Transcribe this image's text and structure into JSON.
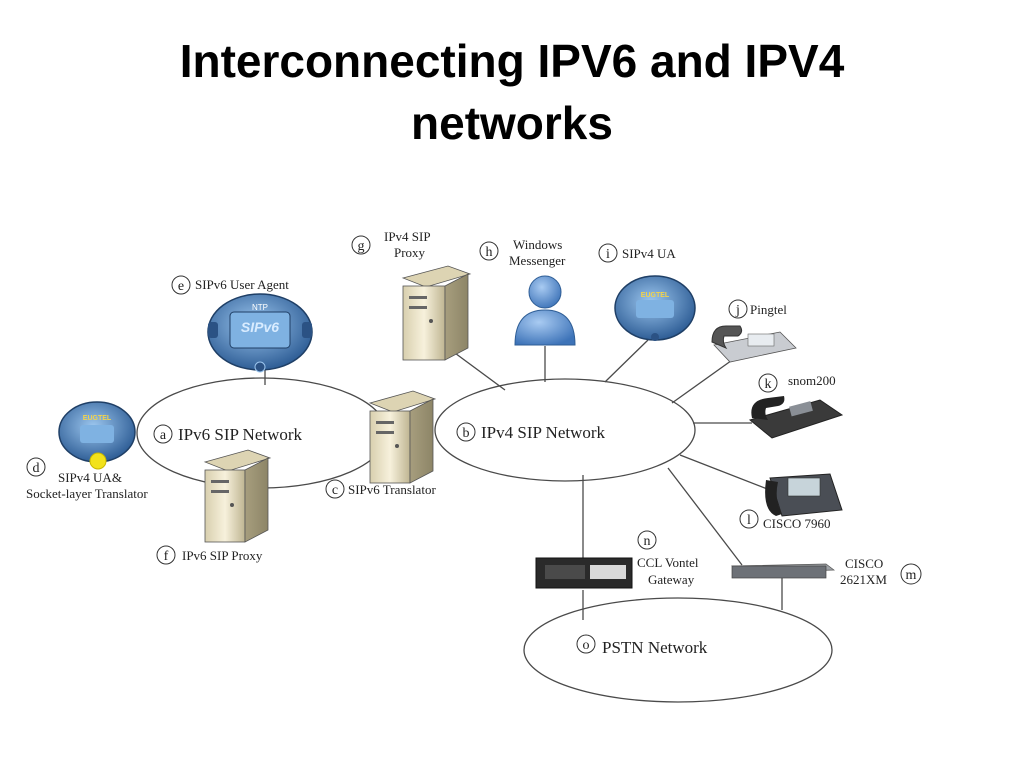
{
  "slide": {
    "title_line1": "Interconnecting IPV6 and IPV4",
    "title_line2": "networks"
  },
  "diagram": {
    "networks": {
      "ipv6": {
        "letter": "a",
        "label": "IPv6 SIP Network"
      },
      "ipv4": {
        "letter": "b",
        "label": "IPv4 SIP Network"
      },
      "pstn": {
        "letter": "o",
        "label": "PSTN Network"
      }
    },
    "nodes": {
      "translator": {
        "letter": "c",
        "label": "SIPv6 Translator"
      },
      "sipv4_ua_socket": {
        "letter": "d",
        "label_line1": "SIPv4 UA&",
        "label_line2": "Socket-layer Translator",
        "device_text": "EUGTEL"
      },
      "sipv6_user_agent": {
        "letter": "e",
        "label": "SIPv6 User Agent",
        "device_text": "SIPv6",
        "device_subtext": "NTP"
      },
      "ipv6_sip_proxy": {
        "letter": "f",
        "label": "IPv6 SIP Proxy"
      },
      "ipv4_sip_proxy": {
        "letter": "g",
        "label_line1": "IPv4 SIP",
        "label_line2": "Proxy"
      },
      "windows_messenger": {
        "letter": "h",
        "label_line1": "Windows",
        "label_line2": "Messenger"
      },
      "sipv4_ua": {
        "letter": "i",
        "label": "SIPv4 UA",
        "device_text": "EUGTEL"
      },
      "pingtel": {
        "letter": "j",
        "label": "Pingtel"
      },
      "snom200": {
        "letter": "k",
        "label": "snom200"
      },
      "cisco_7960": {
        "letter": "l",
        "label": "CISCO 7960"
      },
      "cisco_2621xm": {
        "letter": "m",
        "label_line1": "CISCO",
        "label_line2": "2621XM"
      },
      "ccl_vontel": {
        "letter": "n",
        "label_line1": "CCL Vontel",
        "label_line2": "Gateway"
      }
    },
    "colors": {
      "line": "#4a4a4a",
      "server_body": "#efe6c8",
      "person_blue": "#5b8fd1",
      "ua_ring": "#3f6fa8",
      "highlight_dot": "#f2e21b"
    }
  }
}
